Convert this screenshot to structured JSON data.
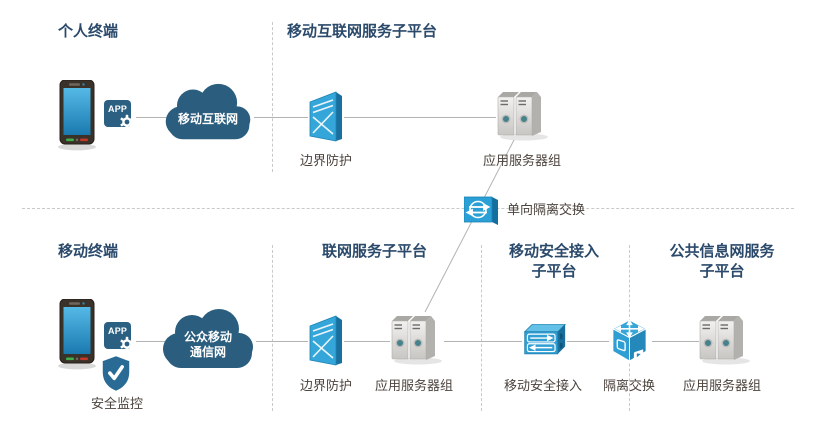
{
  "colors": {
    "heading": "#2b4a6b",
    "label": "#4c433d",
    "cloud_fill": "#2a5d7e",
    "icon_light_blue": "#2f9fd4",
    "connector_gray": "#b3b3b3"
  },
  "top": {
    "personal_terminal": {
      "title": "个人终端",
      "app_badge": "APP"
    },
    "cloud_label": "移动互联网",
    "platform": {
      "title": "移动互联网服务子平台",
      "firewall_label": "边界防护",
      "servers_label": "应用服务器组"
    }
  },
  "middle": {
    "one_way_exchange_label": "单向隔离交换"
  },
  "bottom": {
    "mobile_terminal": {
      "title": "移动终端",
      "app_badge": "APP",
      "shield_label": "安全监控"
    },
    "cloud_label_line1": "公众移动",
    "cloud_label_line2": "通信网",
    "network_platform": {
      "title": "联网服务子平台",
      "firewall_label": "边界防护",
      "servers_label": "应用服务器组"
    },
    "secure_access_platform": {
      "title_line1": "移动安全接入",
      "title_line2": "子平台",
      "device_label": "移动安全接入",
      "exchange_label": "隔离交换"
    },
    "public_info_platform": {
      "title_line1": "公共信息网服务",
      "title_line2": "子平台",
      "servers_label": "应用服务器组"
    }
  }
}
